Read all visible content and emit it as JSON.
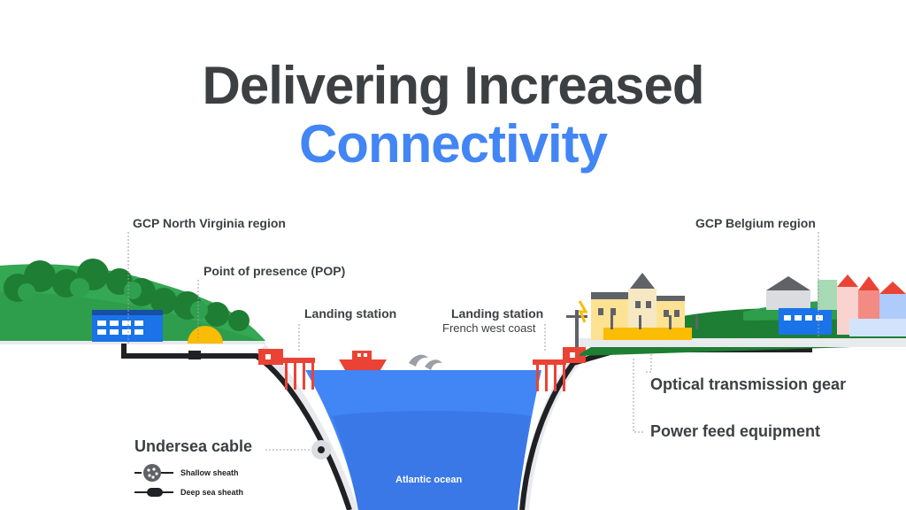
{
  "title": {
    "line1": "Delivering Increased",
    "line2": "Connectivity"
  },
  "labels": {
    "gcp_virginia": "GCP North Virginia region",
    "pop": "Point of presence (POP)",
    "landing_station_left": "Landing station",
    "landing_station_right": "Landing station",
    "landing_station_right_sub": "French west coast",
    "gcp_belgium": "GCP Belgium region",
    "optical_gear": "Optical transmission gear",
    "power_feed": "Power feed equipment",
    "undersea_cable": "Undersea cable",
    "ocean": "Atlantic ocean"
  },
  "legend": {
    "shallow": "Shallow sheath",
    "deep": "Deep sea sheath"
  },
  "colors": {
    "title_dark": "#3c4043",
    "accent_blue": "#4285f4",
    "ocean": "#4285f4",
    "ocean_deep": "#1a5fd0",
    "grass": "#34a853",
    "dark_green": "#1e7e34",
    "landing_red": "#ea4335",
    "pop_yellow": "#fbbc04",
    "cable": "#202124"
  },
  "icons": [
    "tree-icon",
    "datacenter-building-icon",
    "pop-dome-icon",
    "landing-station-icon",
    "ship-icon",
    "dolphin-icon",
    "power-pole-icon",
    "city-building-icon",
    "cable-cross-section-icon"
  ]
}
